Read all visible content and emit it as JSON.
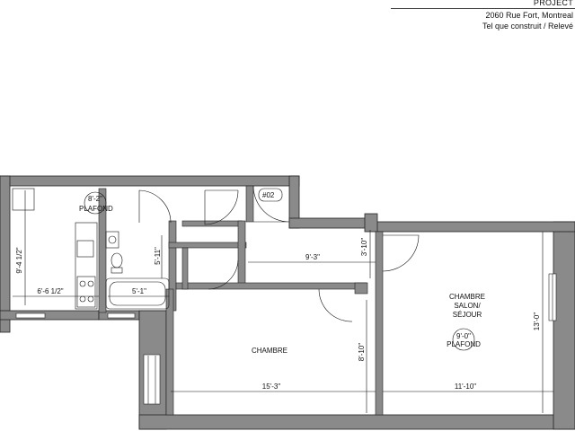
{
  "title_block": {
    "project": "PROJECT",
    "address": "2060 Rue Fort, Montreal",
    "status": "Tel que construit  / Relevé"
  },
  "rooms": {
    "chambre": "CHAMBRE",
    "salon_line1": "CHAMBRE",
    "salon_line2": "SALON/",
    "salon_line3": "SÉJOUR"
  },
  "tags": {
    "door_02": "#02"
  },
  "ceilings": {
    "kitchen_height": "8'-2\"",
    "kitchen_label": "PLAFOND",
    "salon_height": "9'-0\"",
    "salon_label": "PLAFOND"
  },
  "dimensions": {
    "kitchen_vertical": "9'-4 1/2\"",
    "kitchen_width": "6'-6 1/2\"",
    "bath_width": "5'-1\"",
    "bath_depth": "5'-11\"",
    "hall_length": "9'-3\"",
    "hall_width": "3'-10\"",
    "chambre_depth": "8'-10\"",
    "chambre_width": "15'-3\"",
    "salon_width": "11'-10\"",
    "salon_depth": "13'-0\""
  },
  "colors": {
    "wall": "#8a8a8a",
    "wall_edge": "#222222",
    "line": "#111111"
  }
}
